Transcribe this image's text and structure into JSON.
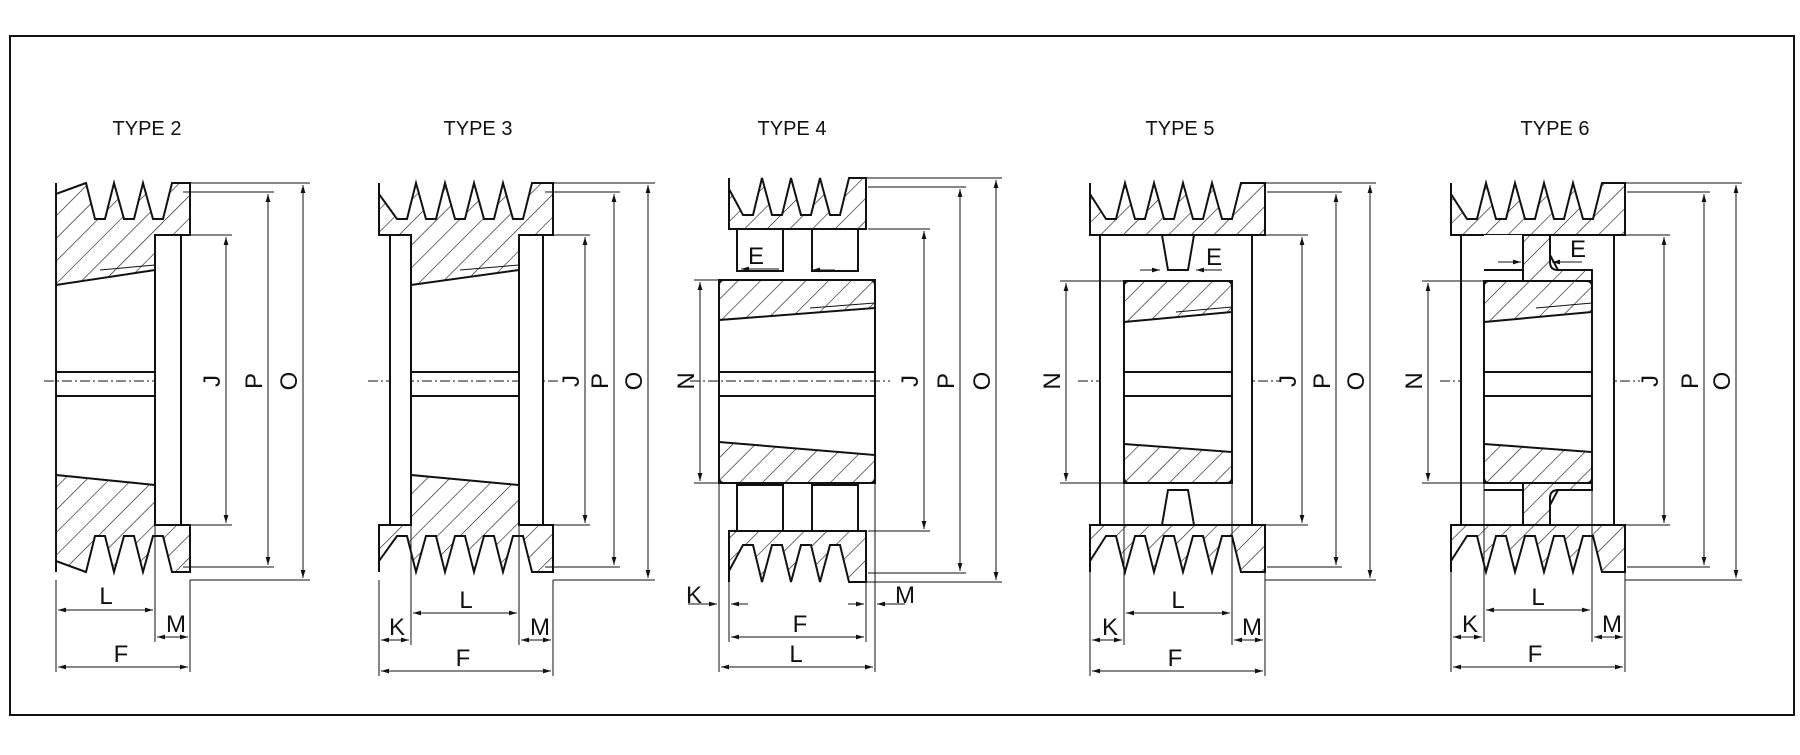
{
  "types": [
    {
      "title": "TYPE 2",
      "labels": {
        "L": "L",
        "M": "M",
        "F": "F",
        "J": "J",
        "P": "P",
        "O": "O"
      }
    },
    {
      "title": "TYPE 3",
      "labels": {
        "K": "K",
        "L": "L",
        "M": "M",
        "F": "F",
        "J": "J",
        "P": "P",
        "O": "O"
      }
    },
    {
      "title": "TYPE 4",
      "labels": {
        "E": "E",
        "K": "K",
        "M": "M",
        "F": "F",
        "L": "L",
        "N": "N",
        "J": "J",
        "P": "P",
        "O": "O"
      }
    },
    {
      "title": "TYPE 5",
      "labels": {
        "E": "E",
        "K": "K",
        "L": "L",
        "M": "M",
        "F": "F",
        "N": "N",
        "J": "J",
        "P": "P",
        "O": "O"
      }
    },
    {
      "title": "TYPE 6",
      "labels": {
        "E": "E",
        "K": "K",
        "L": "L",
        "M": "M",
        "F": "F",
        "N": "N",
        "J": "J",
        "P": "P",
        "O": "O"
      }
    }
  ]
}
